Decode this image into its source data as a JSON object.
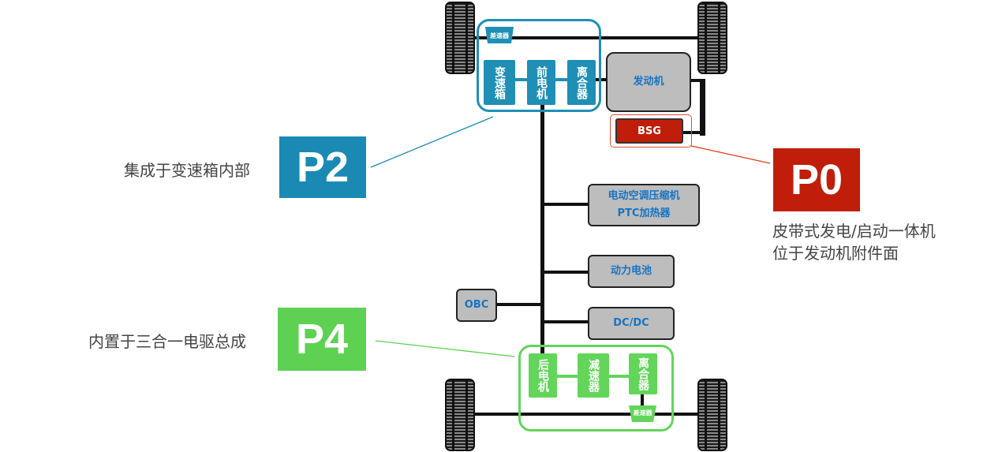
{
  "front_unit": {
    "diff": "差速器",
    "gearbox": "变速箱",
    "front_motor": "前电机",
    "clutch": "离合器"
  },
  "engine": "发动机",
  "bsg": "BSG",
  "compressor": {
    "line1": "电动空调压缩机",
    "line2": "PTC加热器"
  },
  "battery": "动力电池",
  "obc": "OBC",
  "dcdc": "DC/DC",
  "rear_unit": {
    "rear_motor": "后电机",
    "reducer": "减速器",
    "clutch": "离合器",
    "diff": "差速器"
  },
  "p2": {
    "label": "P2",
    "caption": "集成于变速箱内部"
  },
  "p0": {
    "label": "P0",
    "caption_line1": "皮带式发电/启动一体机",
    "caption_line2": "位于发动机附件面"
  },
  "p4": {
    "label": "P4",
    "caption": "内置于三合一电驱总成"
  },
  "colors": {
    "p2_blue": "#1a8ab4",
    "p0_red": "#c01e0a",
    "p4_green": "#5ed153",
    "box_gray": "#bdbdbd",
    "label_blue": "#1873c2"
  }
}
